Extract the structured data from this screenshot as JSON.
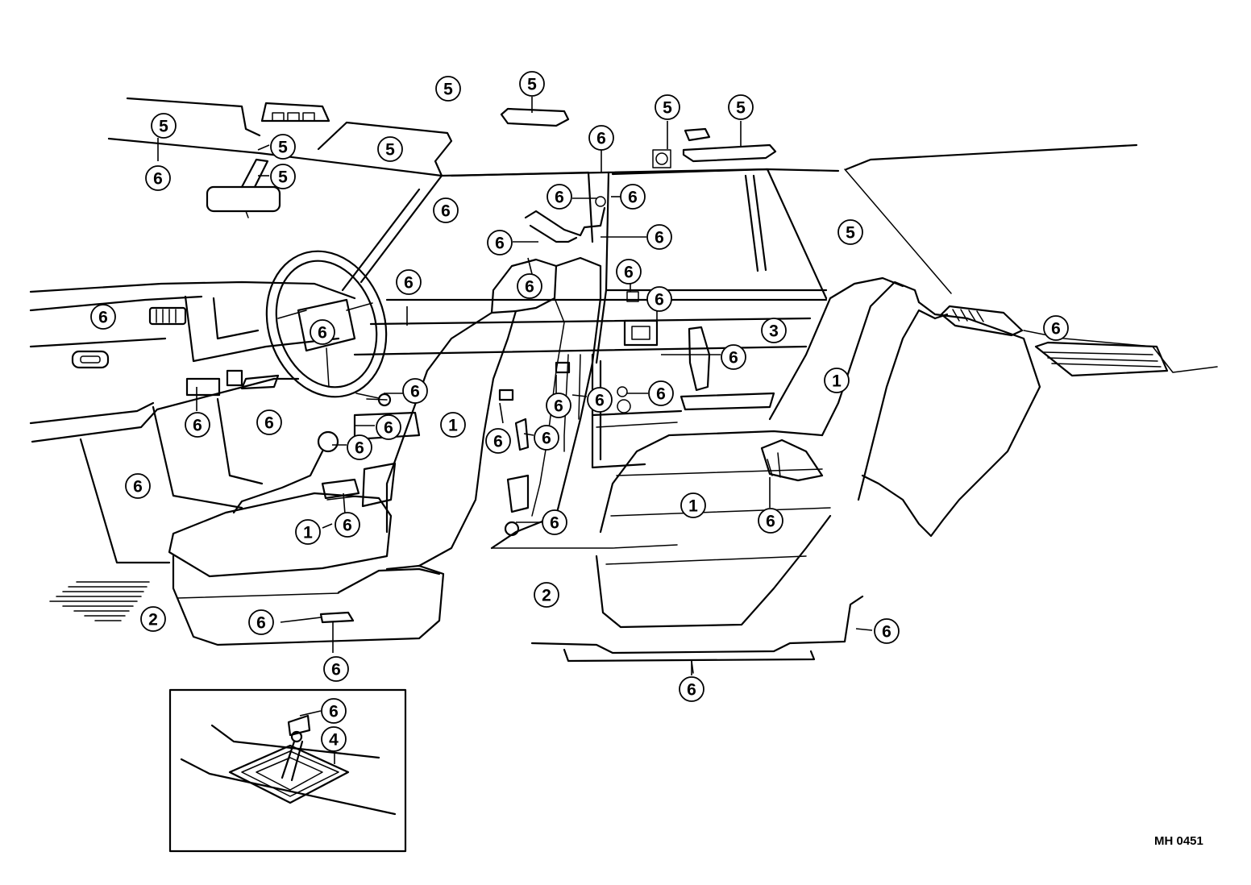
{
  "figure_code": "MH 0451",
  "callout_labels": {
    "seat": "1",
    "floor_carpet": "2",
    "door_trim": "3",
    "shift_boot": "4",
    "headliner_and_visors": "5",
    "trim_part": "6"
  },
  "colors": {
    "line": "#000000",
    "background": "#ffffff"
  }
}
